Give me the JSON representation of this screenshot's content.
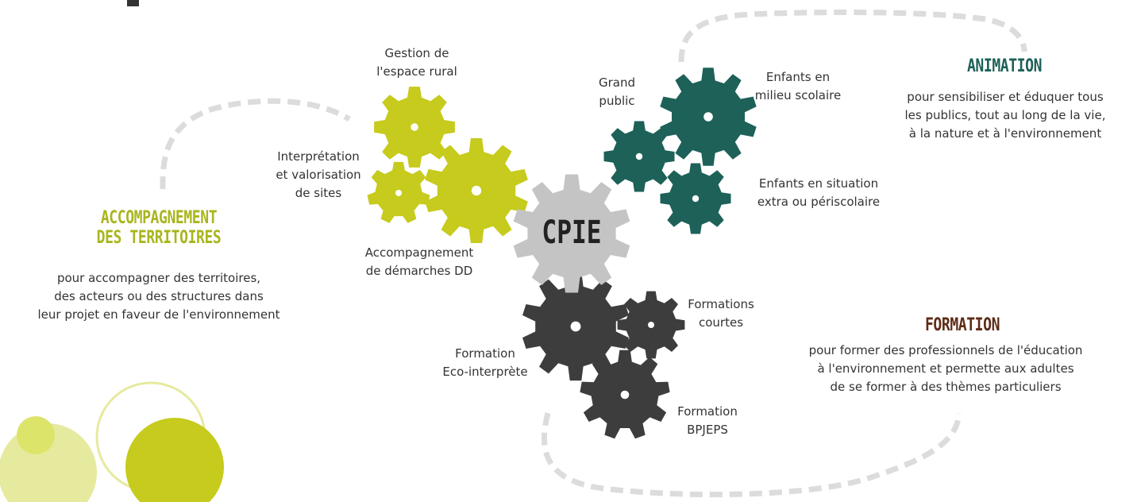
{
  "colors": {
    "lime": "#c6cb1d",
    "teal": "#1d6158",
    "dark": "#3d3d3d",
    "center": "#c4c4c4",
    "dash": "#dcdcdc",
    "title_lime": "#a9b51d",
    "title_teal": "#1d6158",
    "title_brown": "#5e2c17",
    "circle_light": "#e6ea9e",
    "circle_mid": "#dde46a"
  },
  "center_label": "CPIE",
  "gear_labels": {
    "gestion": [
      "Gestion de",
      "l'espace rural"
    ],
    "interpretation": [
      "Interprétation",
      "et valorisation",
      "de sites"
    ],
    "accompagnement_dd": [
      "Accompagnement",
      "de démarches DD"
    ],
    "grand_public": [
      "Grand",
      "public"
    ],
    "enfants_scolaire": [
      "Enfants en",
      "milieu scolaire"
    ],
    "enfants_extra": [
      "Enfants en situation",
      "extra ou périscolaire"
    ],
    "formations_courtes": [
      "Formations",
      "courtes"
    ],
    "formation_eco": [
      "Formation",
      "Eco-interprète"
    ],
    "formation_bpjeps": [
      "Formation",
      "BPJEPS"
    ]
  },
  "sections": {
    "accompagnement": {
      "title": [
        "ACCOMPAGNEMENT",
        "DES TERRITOIRES"
      ],
      "description": [
        "pour accompagner des territoires,",
        "des acteurs ou des structures dans",
        "leur projet en faveur de l'environnement"
      ]
    },
    "animation": {
      "title": [
        "ANIMATION"
      ],
      "description": [
        "pour sensibiliser et éduquer tous",
        "les publics, tout au long de la vie,",
        "à la nature et à l'environnement"
      ]
    },
    "formation": {
      "title": [
        "FORMATION"
      ],
      "description": [
        "pour former des professionnels de l'éducation",
        "à l'environnement et permette aux adultes",
        "de se former à des thèmes particuliers"
      ]
    }
  }
}
